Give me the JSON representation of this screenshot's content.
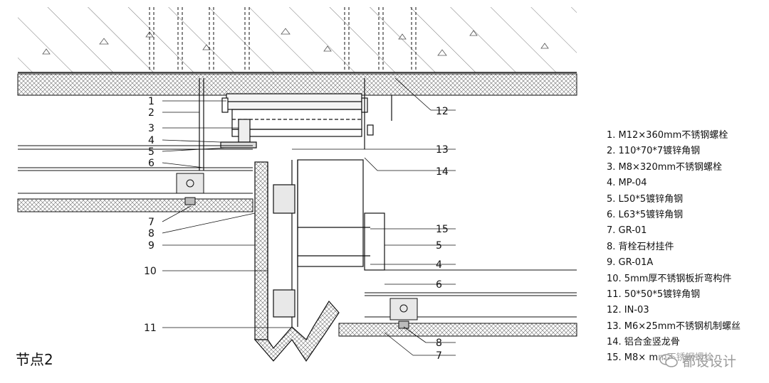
{
  "title": "节点2",
  "watermark": "都设设计",
  "legend": [
    "1. M12×360mm不锈钢螺栓",
    "2. 110*70*7镀锌角钢",
    "3. M8×320mm不锈钢螺栓",
    "4. MP-04",
    "5. L50*5镀锌角钢",
    "6. L63*5镀锌角钢",
    "7. GR-01",
    "8. 背栓石材挂件",
    "9. GR-01A",
    "10. 5mm厚不锈钢板折弯构件",
    "11. 50*50*5镀锌角钢",
    "12. IN-03",
    "13. M6×25mm不锈钢机制螺丝",
    "14. 铝合金竖龙骨",
    "15. M8×  mm不锈钢螺栓"
  ],
  "callouts_left": [
    "1",
    "2",
    "3",
    "4",
    "5",
    "6",
    "7",
    "8",
    "9",
    "10",
    "11"
  ],
  "callouts_right": [
    "12",
    "13",
    "14",
    "15",
    "5",
    "4",
    "6",
    "8",
    "7"
  ],
  "colors": {
    "line": "#111111",
    "hatch": "#444444",
    "insulation": "#888888",
    "watermark": "#9a9a9a"
  }
}
